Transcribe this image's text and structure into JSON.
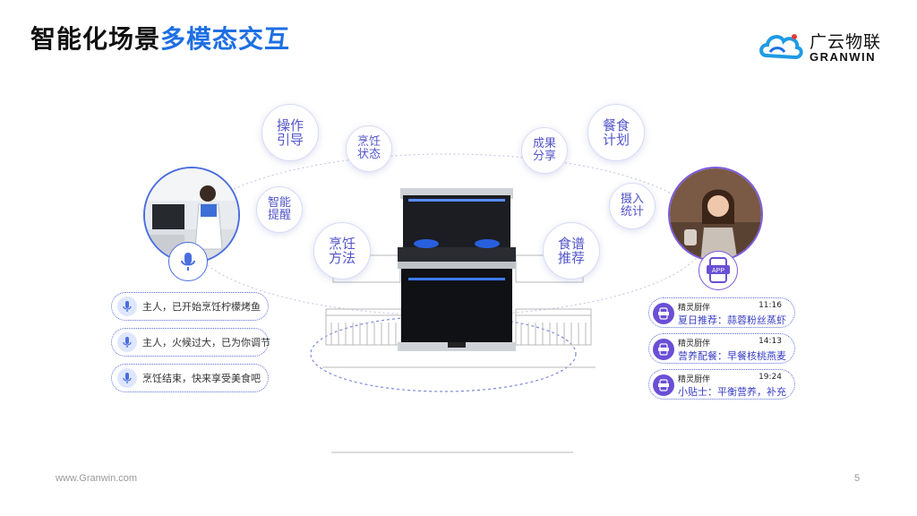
{
  "title": {
    "part1": "智能化场景",
    "part2": "多模态交互"
  },
  "logo": {
    "cn": "广云物联",
    "en": "GRANWIN"
  },
  "bubbles": [
    {
      "id": "operation-guide",
      "label": "操作引导"
    },
    {
      "id": "cooking-status",
      "label": "烹饪状态"
    },
    {
      "id": "smart-reminder",
      "label": "智能提醒"
    },
    {
      "id": "cooking-method",
      "label": "烹饪方法"
    },
    {
      "id": "result-share",
      "label": "成果分享"
    },
    {
      "id": "meal-plan",
      "label": "餐食计划"
    },
    {
      "id": "intake-stats",
      "label": "摄入统计"
    },
    {
      "id": "recipe-recommend",
      "label": "食谱推荐"
    }
  ],
  "voice_messages": [
    {
      "text": "主人，已开始烹饪柠檬烤鱼"
    },
    {
      "text": "主人，火候过大，已为你调节"
    },
    {
      "text": "烹饪结束，快来享受美食吧"
    }
  ],
  "app_badge": "APP",
  "app_messages": [
    {
      "sender": "精灵厨伴",
      "time": "11:16",
      "text": "夏日推荐：蒜蓉粉丝蒸虾"
    },
    {
      "sender": "精灵厨伴",
      "time": "14:13",
      "text": "营养配餐：早餐核桃燕麦"
    },
    {
      "sender": "精灵厨伴",
      "time": "19:24",
      "text": "小贴士：平衡营养，补充"
    }
  ],
  "footer": {
    "url": "www.Granwin.com",
    "page": "5"
  },
  "colors": {
    "accent": "#1e6fe3",
    "purple": "#5355c9",
    "border": "#4a6ee0"
  }
}
